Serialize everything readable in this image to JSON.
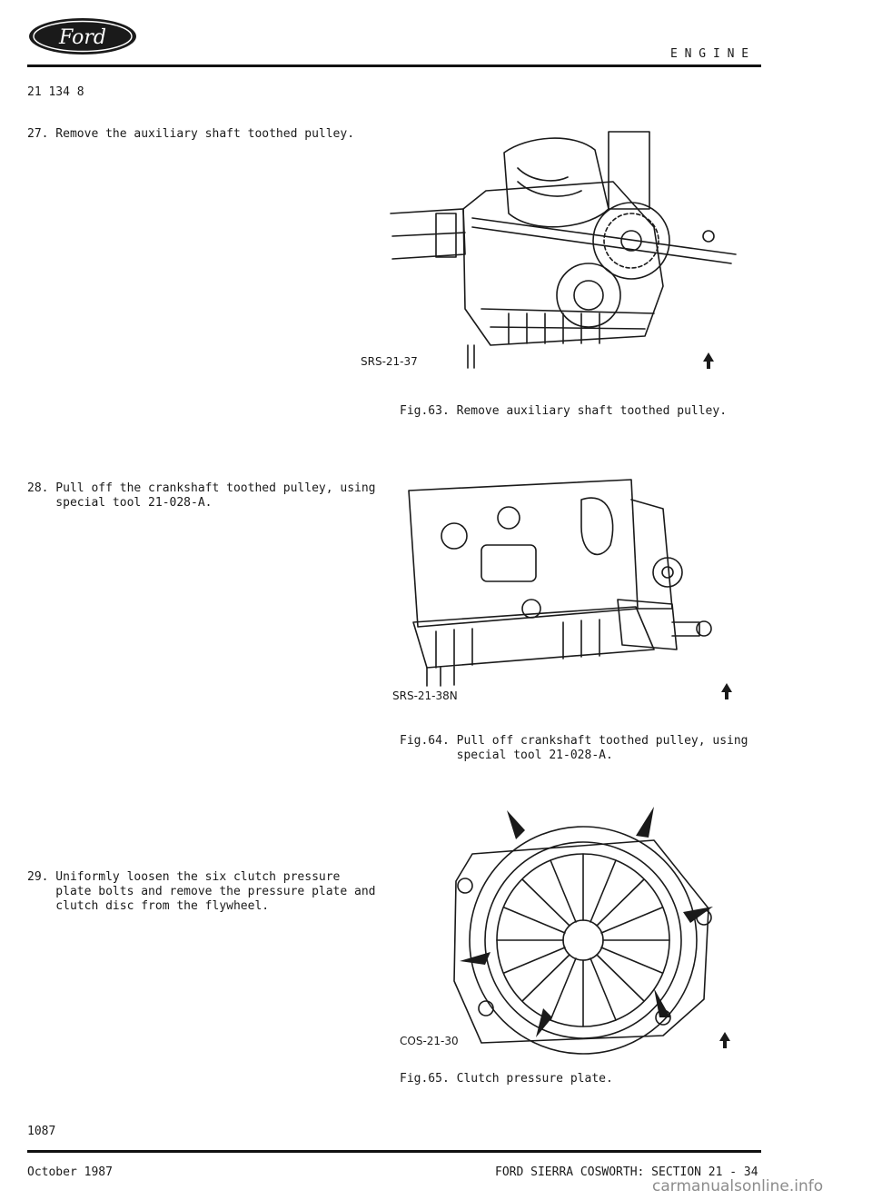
{
  "header": {
    "logo_text": "Ford",
    "section": "E N G I N E",
    "ref": "21 134 8"
  },
  "steps": [
    {
      "text": "27. Remove the auxiliary shaft toothed pulley."
    },
    {
      "line1": "28. Pull off the crankshaft toothed pulley, using",
      "line2": "    special tool 21-028-A."
    },
    {
      "line1": "29. Uniformly loosen the six clutch pressure",
      "line2": "    plate bolts and remove the pressure plate and",
      "line3": "    clutch disc from the flywheel."
    }
  ],
  "figures": [
    {
      "code": "SRS-21-37",
      "caption": "Fig.63. Remove auxiliary shaft toothed pulley."
    },
    {
      "code": "SRS-21-38N",
      "caption_line1": "Fig.64. Pull off crankshaft toothed pulley, using",
      "caption_line2": "        special tool 21-028-A."
    },
    {
      "code": "COS-21-30",
      "caption": "Fig.65. Clutch pressure plate."
    }
  ],
  "page_number": "1087",
  "footer": {
    "date": "October 1987",
    "title": "FORD SIERRA COSWORTH: SECTION 21 - 34"
  },
  "watermark": "carmanualsonline.info"
}
